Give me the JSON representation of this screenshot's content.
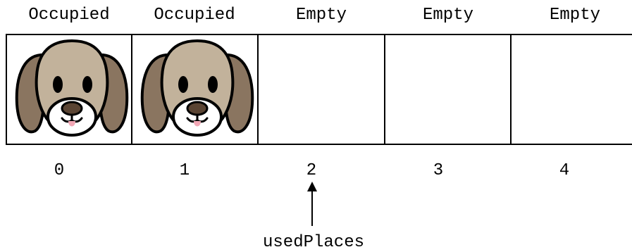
{
  "slots": [
    {
      "status": "Occupied",
      "index": "0",
      "content": "dog-face-icon"
    },
    {
      "status": "Occupied",
      "index": "1",
      "content": "dog-face-icon"
    },
    {
      "status": "Empty",
      "index": "2",
      "content": ""
    },
    {
      "status": "Empty",
      "index": "3",
      "content": ""
    },
    {
      "status": "Empty",
      "index": "4",
      "content": ""
    }
  ],
  "pointer": {
    "label": "usedPlaces",
    "target_index": 2
  },
  "colors": {
    "ear": "#8a7560",
    "face": "#c2b29b",
    "muzzle": "#ffffff",
    "nose": "#5a4433",
    "tongue": "#f2a7b5",
    "line": "#000000"
  }
}
